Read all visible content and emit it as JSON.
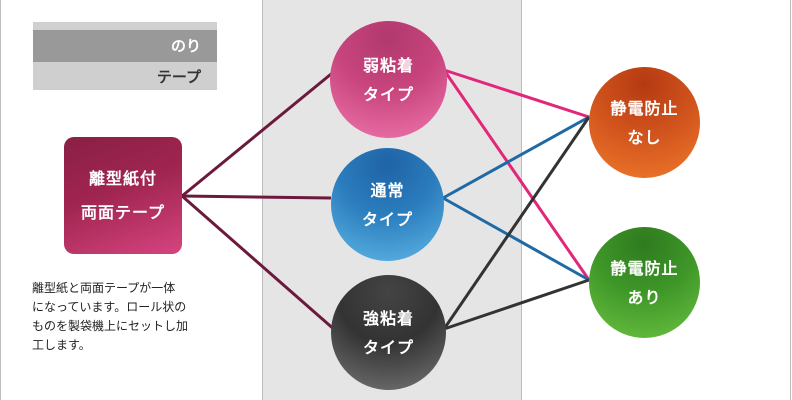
{
  "legend": {
    "top_label": "のり",
    "bottom_label": "テープ"
  },
  "source": {
    "line1": "離型紙付",
    "line2": "両面テープ"
  },
  "description": {
    "lines": [
      "離型紙と両面テープが一体",
      "になっています。ロール状の",
      "ものを製袋機上にセットし加",
      "工します。"
    ]
  },
  "types": {
    "weak": {
      "line1": "弱粘着",
      "line2": "タイプ"
    },
    "normal": {
      "line1": "通常",
      "line2": "タイプ"
    },
    "strong": {
      "line1": "強粘着",
      "line2": "タイプ"
    }
  },
  "antistatic": {
    "none": {
      "line1": "静電防止",
      "line2": "なし"
    },
    "with": {
      "line1": "静電防止",
      "line2": "あり"
    }
  },
  "colors": {
    "source_link": "#6b1a3e",
    "weak_link": "#e2267a",
    "normal_link": "#1f6aa5",
    "strong_link": "#333333"
  }
}
